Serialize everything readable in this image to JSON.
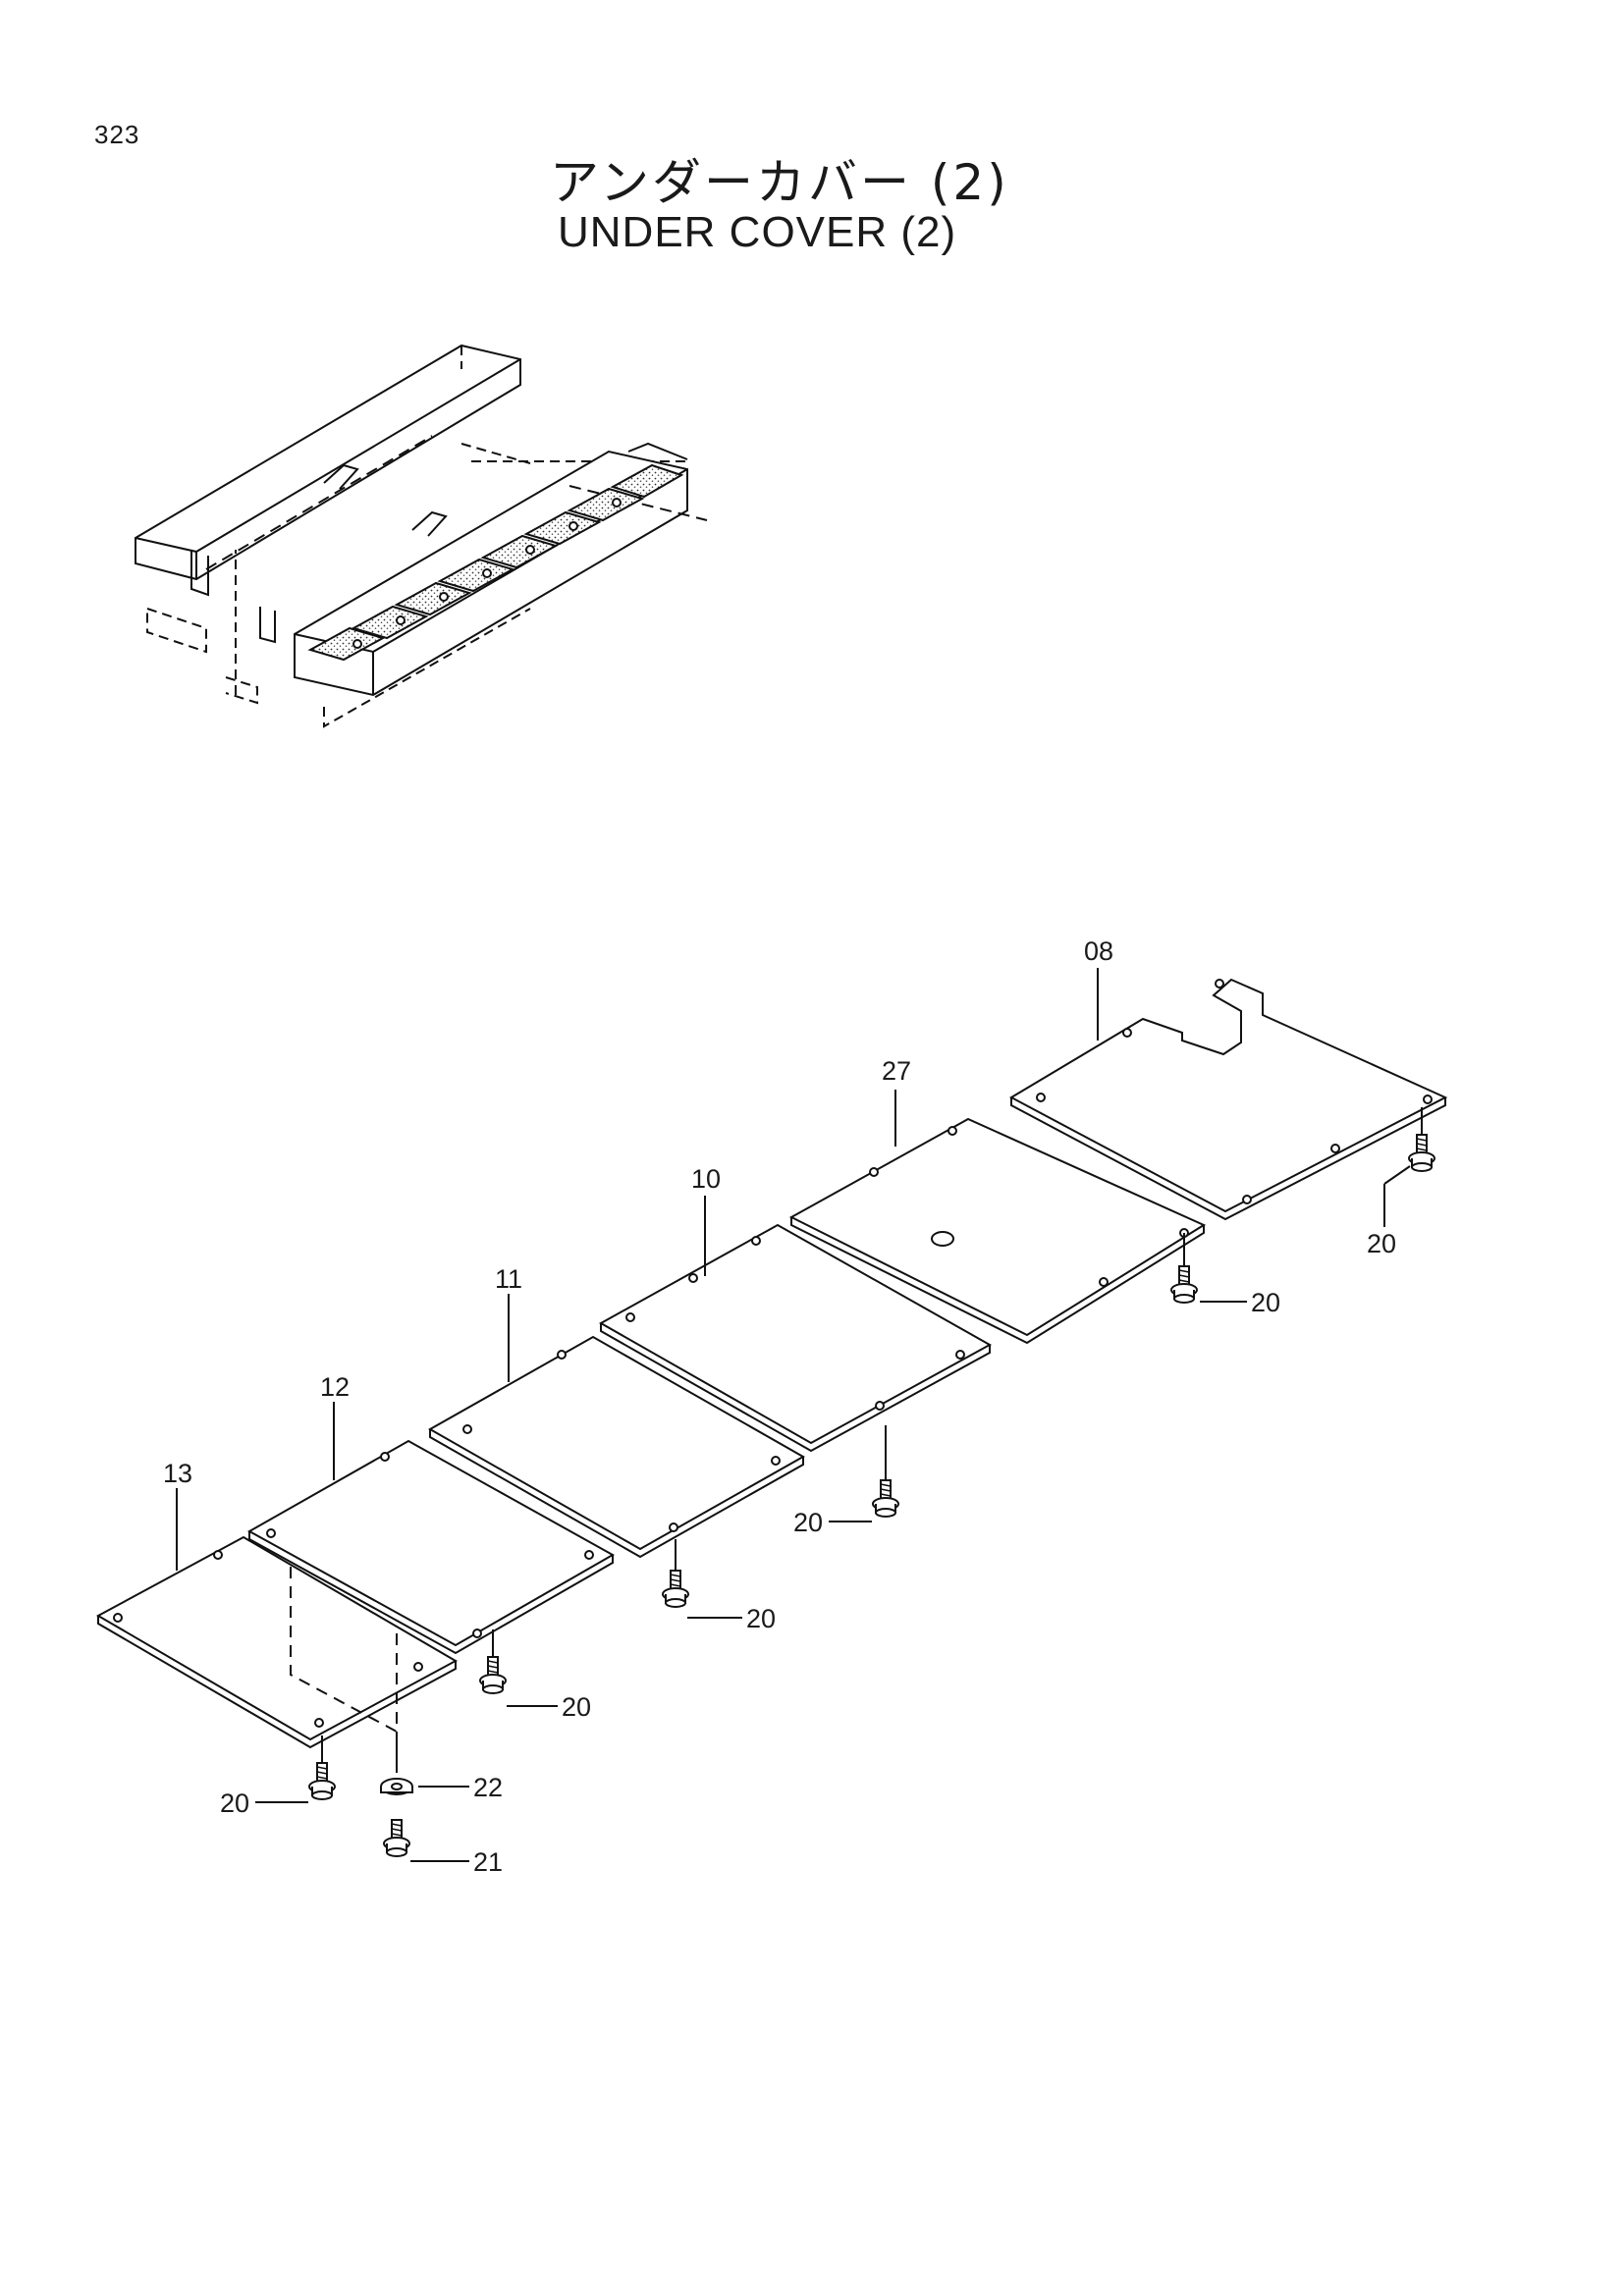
{
  "page": {
    "number": "323",
    "title_ja": "アンダーカバー (2)",
    "title_en": "UNDER  COVER (2)"
  },
  "callouts": {
    "p08": "08",
    "p27": "27",
    "p10": "10",
    "p11": "11",
    "p12": "12",
    "p13": "13",
    "p20": "20",
    "p21": "21",
    "p22": "22"
  }
}
